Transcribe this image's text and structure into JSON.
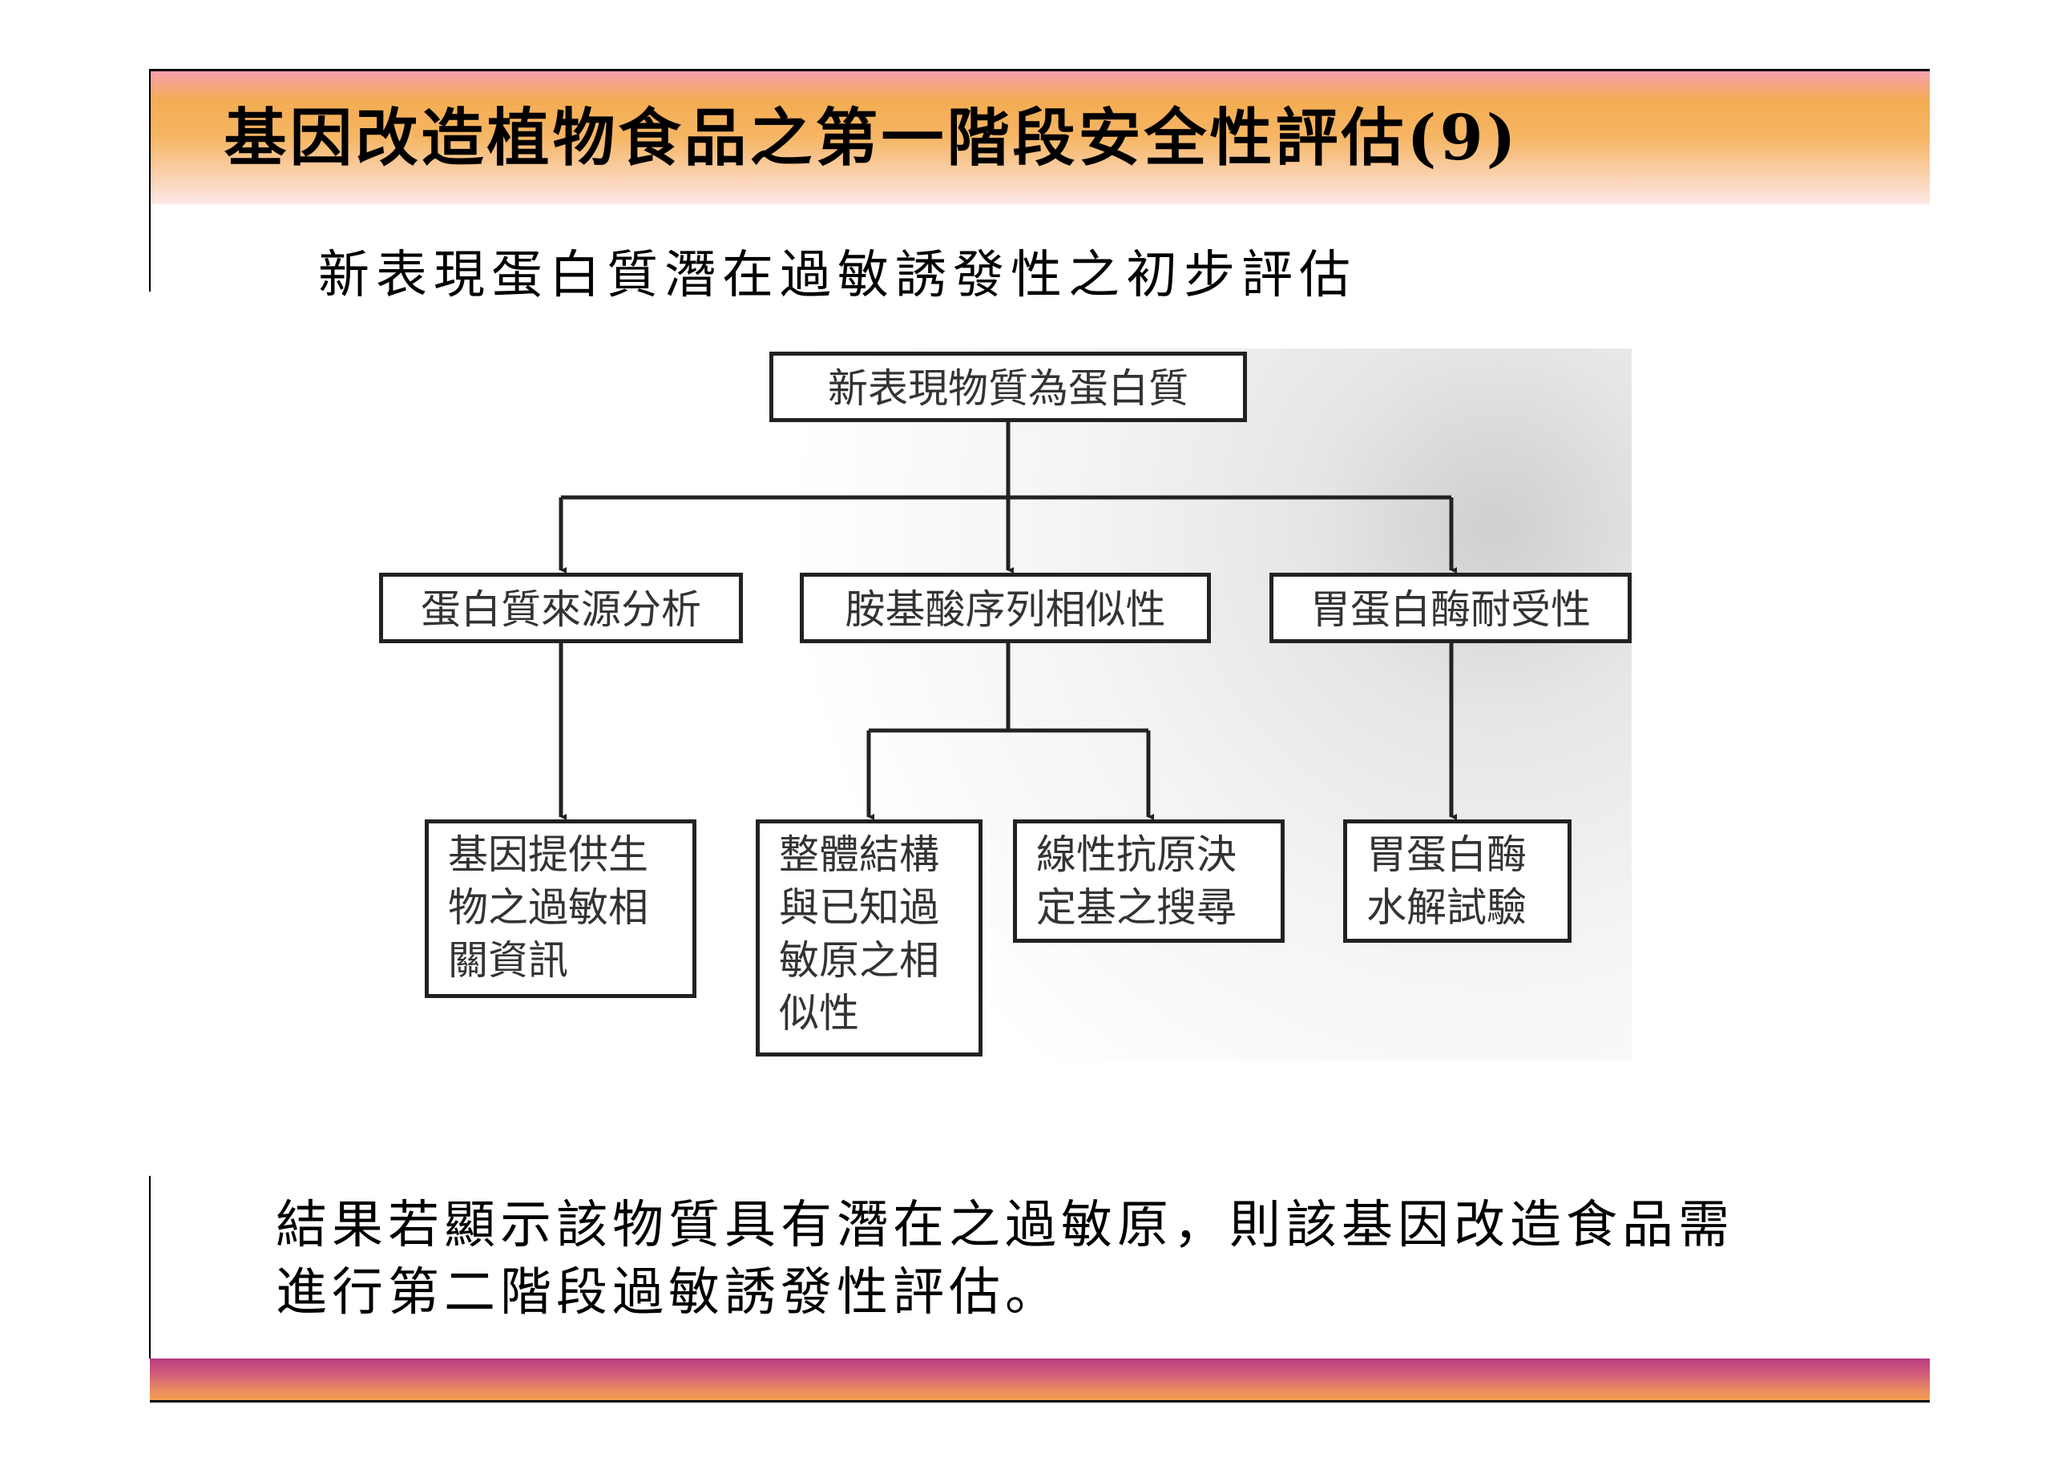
{
  "slide": {
    "title": "基因改造植物食品之第一階段安全性評估(9)",
    "subtitle": "新表現蛋白質潛在過敏誘發性之初步評估",
    "conclusion_line1": "結果若顯示該物質具有潛在之過敏原，則該基因改造食品需",
    "conclusion_line2": "進行第二階段過敏誘發性評估。"
  },
  "diagram": {
    "root": "新表現物質為蛋白質",
    "level2": [
      "蛋白質來源分析",
      "胺基酸序列相似性",
      "胃蛋白酶耐受性"
    ],
    "level3": [
      [
        "基因提供生",
        "物之過敏相",
        "關資訊"
      ],
      [
        "整體結構",
        "與已知過",
        "敏原之相",
        "似性"
      ],
      [
        "線性抗原決",
        "定基之搜尋"
      ],
      [
        "胃蛋白酶",
        "水解試驗"
      ]
    ]
  }
}
